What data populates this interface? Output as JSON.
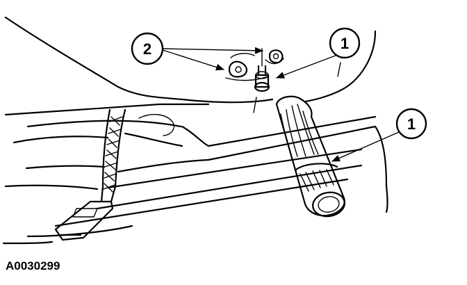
{
  "figure": {
    "id_label": "A0030299"
  },
  "callouts": [
    {
      "number": "2"
    },
    {
      "number": "1"
    },
    {
      "number": "1"
    }
  ],
  "parts": [
    "door-trim-panel",
    "window-crank-handle",
    "retaining-clip-pair",
    "handle-shaft",
    "seat-belt-webbing"
  ],
  "colors": {
    "line": "#000000",
    "background": "#ffffff"
  }
}
